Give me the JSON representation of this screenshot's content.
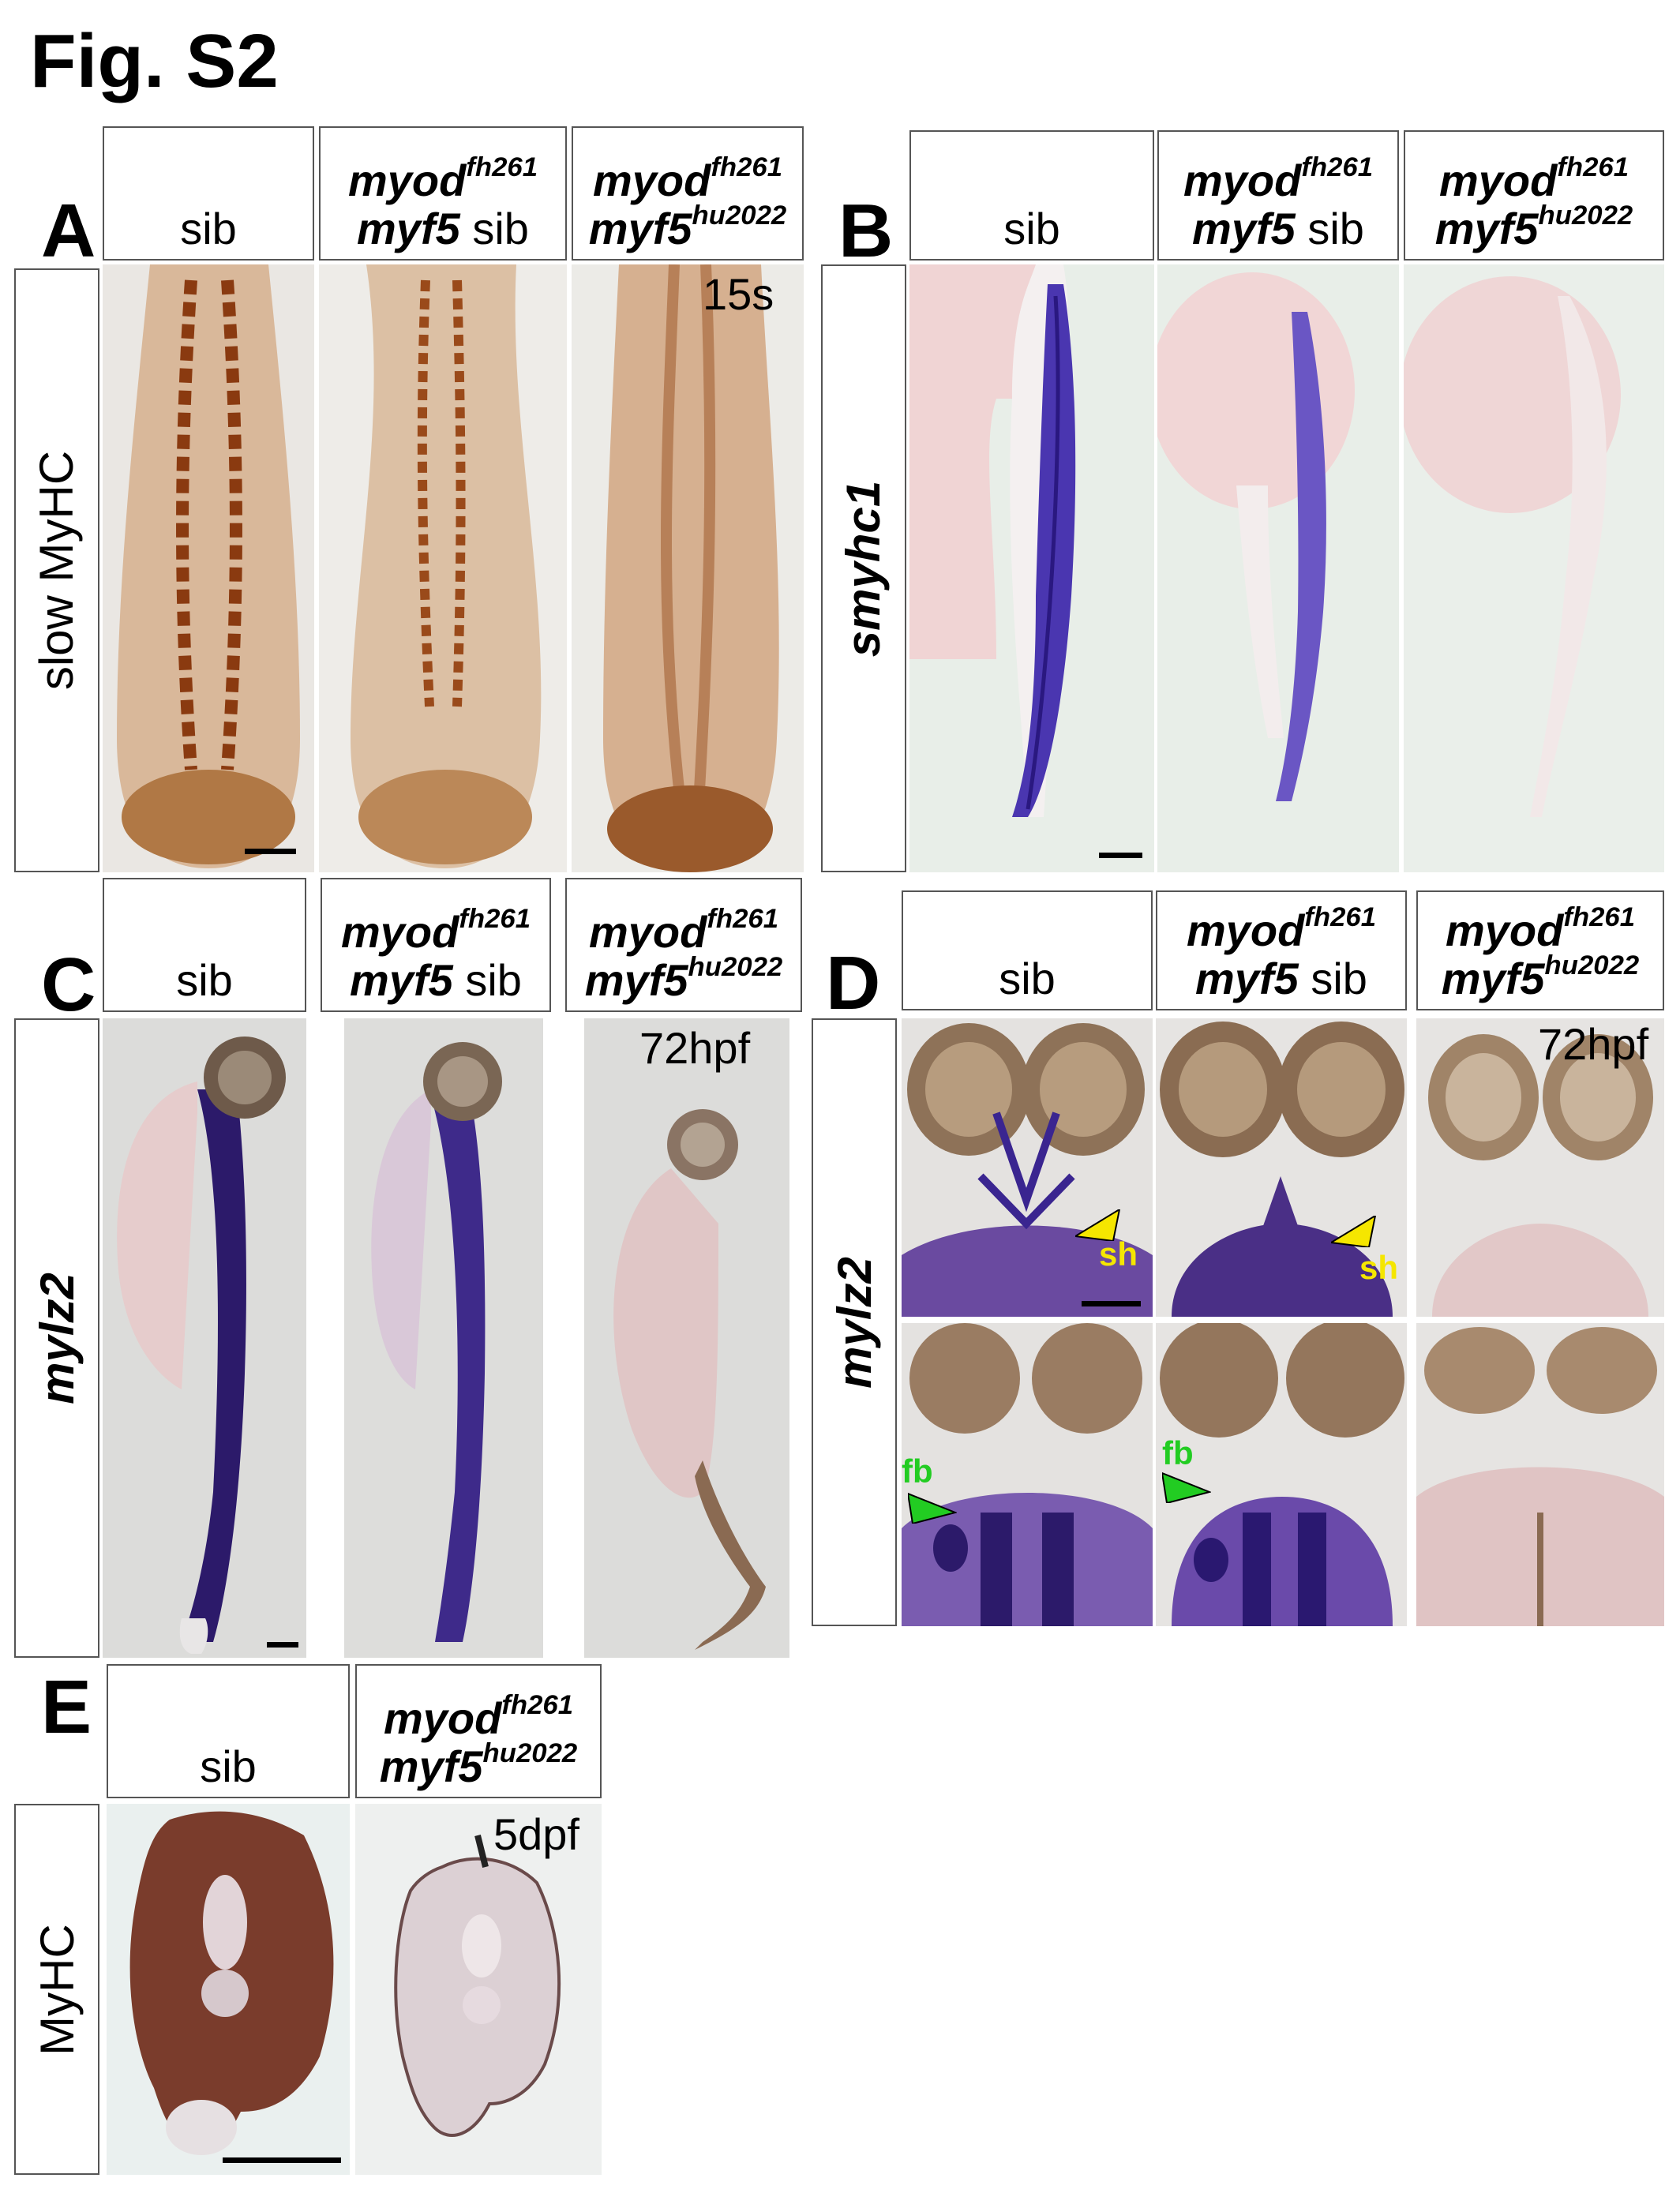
{
  "figure_title": "Fig. S2",
  "genotypes": {
    "sib": "sib",
    "myod": "myod",
    "myod_sup": "fh261",
    "myf5": "myf5",
    "myf5_sup": "hu2022",
    "sib_suffix": " sib"
  },
  "panels": {
    "A": {
      "label": "A",
      "row_label": "slow MyHC",
      "stage": "15s"
    },
    "B": {
      "label": "B",
      "row_label": "smyhc1"
    },
    "C": {
      "label": "C",
      "row_label": "mylz2",
      "stage": "72hpf"
    },
    "D": {
      "label": "D",
      "row_label": "mylz2",
      "stage": "72hpf",
      "anno_sh": "sh",
      "anno_fb": "fb"
    },
    "E": {
      "label": "E",
      "row_label": "MyHC",
      "stage": "5dpf"
    }
  },
  "colors": {
    "brown_stain": "#8a4a1c",
    "purple_stain": "#3a2590",
    "yellow_arrow": "#f5e600",
    "green_arrow": "#22cc22"
  }
}
